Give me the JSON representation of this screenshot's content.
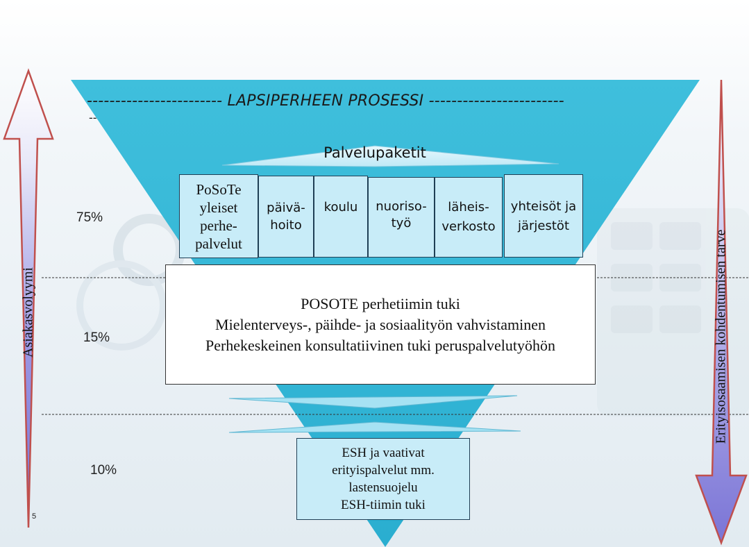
{
  "title": "LAPSIPERHEEN PROSESSI",
  "title_dashes_left": "------------------------",
  "title_dashes_right": "------------------------",
  "title_dashes_wrap": "--",
  "packages_label": "Palvelupaketit",
  "service_boxes": [
    {
      "label_lines": [
        "PoSoTe",
        "yleiset",
        "perhe-",
        "palvelut"
      ]
    },
    {
      "label_lines": [
        "päivä-",
        "hoito"
      ]
    },
    {
      "label_lines": [
        "koulu"
      ]
    },
    {
      "label_lines": [
        "nuoriso-",
        "työ"
      ]
    },
    {
      "label_lines": [
        "läheis-",
        "verkosto"
      ]
    },
    {
      "label_lines": [
        "yhteisöt ja",
        "järjestöt"
      ]
    }
  ],
  "support_box": {
    "line1": "POSOTE perhetiimin tuki",
    "line2": "Mielenterveys-, päihde- ja sosiaalityön vahvistaminen",
    "line3": "Perhekeskeinen konsultatiivinen tuki peruspalvelutyöhön"
  },
  "esh_box": {
    "line1": "ESH ja vaativat",
    "line2": "erityispalvelut mm.",
    "line3": "lastensuojelu",
    "line4": "ESH-tiimin tuki"
  },
  "percentages": {
    "top": "75%",
    "middle": "15%",
    "bottom": "10%"
  },
  "left_axis_label": "Asiakasvolyymi",
  "right_axis_label": "Erityisosaamisen kohdentumisen tarve",
  "page_number": "5",
  "colors": {
    "funnel": "#35b8d8",
    "box_fill": "#c8ecf8",
    "arrow_fill": "#8a86de",
    "arrow_border": "#c0504d"
  }
}
